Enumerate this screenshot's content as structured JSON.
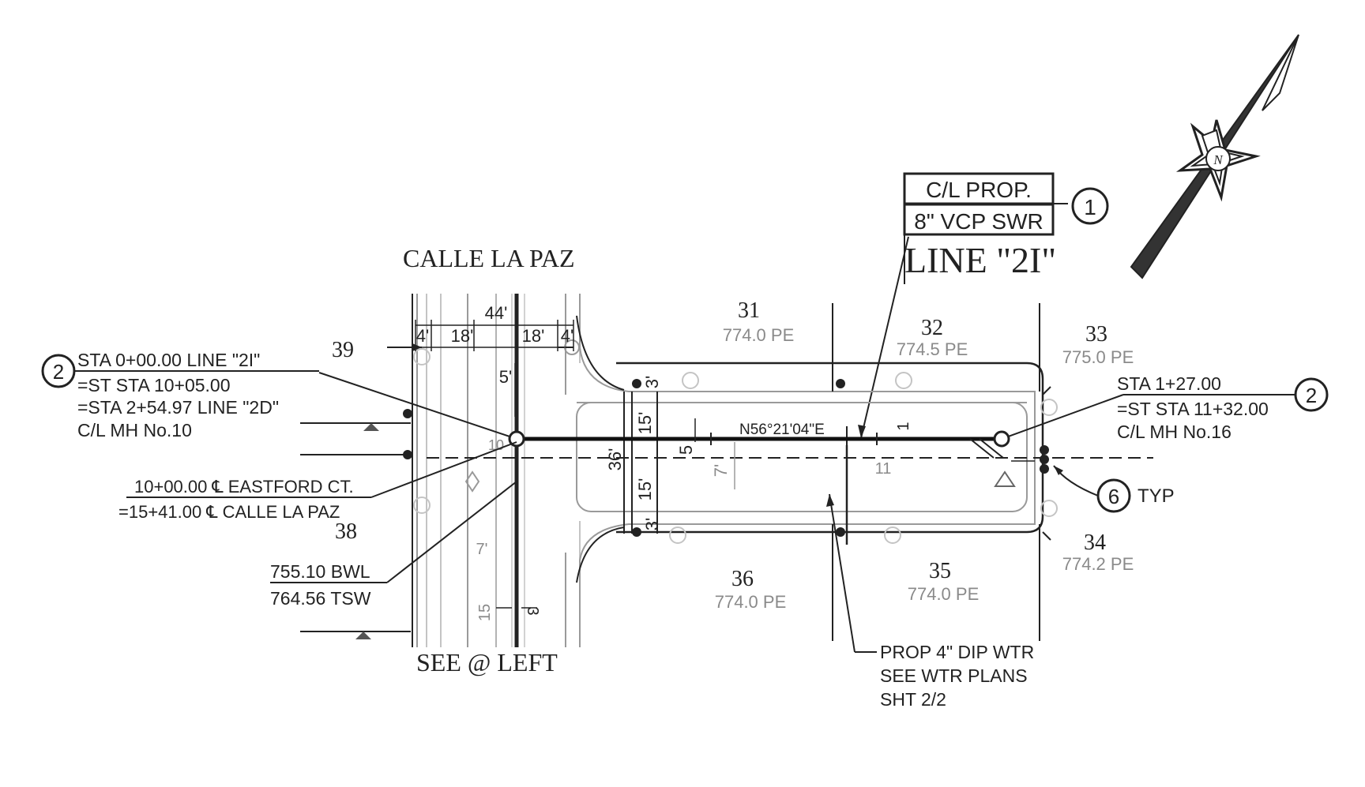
{
  "street": {
    "name": "CALLE LA PAZ",
    "see_note": "SEE @ LEFT"
  },
  "sewer_label": {
    "line1": "C/L PROP.",
    "line2": "8\" VCP SWR",
    "callout": "1",
    "line_name": "LINE \"2I\""
  },
  "dimensions": {
    "row_width": "44'",
    "segments": [
      "4'",
      "18'",
      "18'",
      "4'"
    ],
    "offset_5": "5'",
    "right_of_way": [
      "3'",
      "15'",
      "36'",
      "15'",
      "3'"
    ],
    "center_5": "5",
    "center_7": "7'",
    "left_7": "7'",
    "left_15": "15",
    "left_3": "3",
    "tick_11": "11",
    "tick_1": "1",
    "left_10": "10"
  },
  "bearing": "N56°21'04\"E",
  "left_manhole": {
    "callout": "2",
    "lines": [
      "STA 0+00.00 LINE \"2I\"",
      "=ST  STA 10+05.00",
      "=STA 2+54.97 LINE \"2D\"",
      "C/L  MH  No.10"
    ]
  },
  "right_manhole": {
    "callout": "2",
    "lines": [
      "STA 1+27.00",
      "=ST  STA 11+32.00",
      "C/L  MH  No.16"
    ]
  },
  "intersection": {
    "line1": "10+00.00 ℄ EASTFORD  CT.",
    "line2": "=15+41.00 ℄ CALLE  LA  PAZ"
  },
  "elevations": {
    "line1": "755.10 BWL",
    "line2": "764.56 TSW"
  },
  "typ_callout": {
    "number": "6",
    "text": "TYP"
  },
  "water_note": [
    "PROP  4\"  DIP  WTR",
    "SEE  WTR  PLANS",
    "SHT  2/2"
  ],
  "lots": [
    {
      "number": "31",
      "pad": "774.0 PE"
    },
    {
      "number": "32",
      "pad": "774.5 PE"
    },
    {
      "number": "33",
      "pad": "775.0 PE"
    },
    {
      "number": "34",
      "pad": "774.2 PE"
    },
    {
      "number": "35",
      "pad": "774.0 PE"
    },
    {
      "number": "36",
      "pad": "774.0 PE"
    },
    {
      "number": "38",
      "pad": ""
    },
    {
      "number": "39",
      "pad": ""
    }
  ],
  "north_arrow": {
    "letter": "N"
  }
}
